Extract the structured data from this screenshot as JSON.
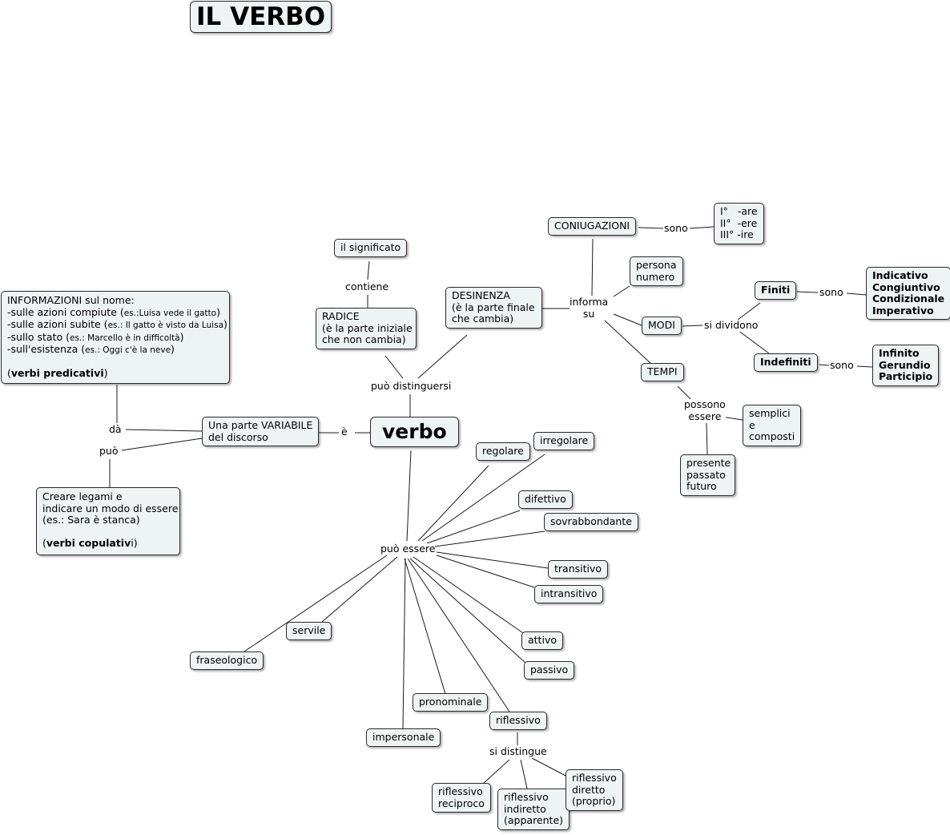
{
  "title": "IL VERBO",
  "central": "verbo",
  "concepts": {
    "variabile": "Una parte VARIABILE\ndel discorso",
    "info": {
      "line1": "INFORMAZIONI sul nome:",
      "line2a": "-sulle azioni compiute (",
      "line2b": "es.:Luisa vede il gatto",
      "line2c": ")",
      "line3a": "-sulle azioni subite (",
      "line3b": "es.: Il gatto è visto da Luisa",
      "line3c": ")",
      "line4a": "-sullo stato (",
      "line4b": "es.: Marcello è in difficoltà",
      "line4c": ")",
      "line5a": "-sull'esistenza (",
      "line5b": "es.: Oggi c'è la neve",
      "line5c": ")",
      "line6a": "(",
      "line6b": "verbi predicativi",
      "line6c": ")"
    },
    "legami": {
      "line1": "Creare legami  e",
      "line2": "indicare un modo di essere",
      "line3": "(es.: Sara è stanca)",
      "line4a": "(",
      "line4b": "verbi copulativ",
      "line4c": "i)"
    },
    "significato": "il significato",
    "radice": "RADICE\n(è la parte iniziale\nche non cambia)",
    "desinenza": "DESINENZA\n(è la parte finale\nche cambia)",
    "coniugazioni": "CONIUGAZIONI",
    "con_list": "I°   -are\nII°  -ere\nIII° -ire",
    "persona": "persona\nnumero",
    "modi": "MODI",
    "finiti": "Finiti",
    "finiti_list": "Indicativo\nCongiuntivo\nCondizionale\nImperativo",
    "indefiniti": "Indefiniti",
    "indefiniti_list": "Infinito\nGerundio\nParticipio",
    "tempi": "TEMPI",
    "semplici": "semplici\ne\ncomposti",
    "presente": "presente\npassato\nfuturo",
    "regolare": "regolare",
    "irregolare": "irregolare",
    "difettivo": "difettivo",
    "sovrabbondante": "sovrabbondante",
    "transitivo": "transitivo",
    "intransitivo": "intransitivo",
    "attivo": "attivo",
    "passivo": "passivo",
    "riflessivo": "riflessivo",
    "pronominale": "pronominale",
    "impersonale": "impersonale",
    "servile": "servile",
    "fraseologico": "fraseologico",
    "rif_reciproco": "riflessivo\nreciproco",
    "rif_indiretto": "riflessivo\nindiretto\n(apparente)",
    "rif_diretto": "riflessivo\ndiretto\n(proprio)"
  },
  "links": {
    "e": "è",
    "da": "dà",
    "puo": "può",
    "contiene": "contiene",
    "puo_distinguersi": "può distinguersi",
    "informa_su": "informa\nsu",
    "sono1": "sono",
    "si_dividono": "si dividono",
    "sono2": "sono",
    "sono3": "sono",
    "possono_essere": "possono\nessere",
    "puo_essere": "può essere",
    "si_distingue": "si distingue"
  }
}
